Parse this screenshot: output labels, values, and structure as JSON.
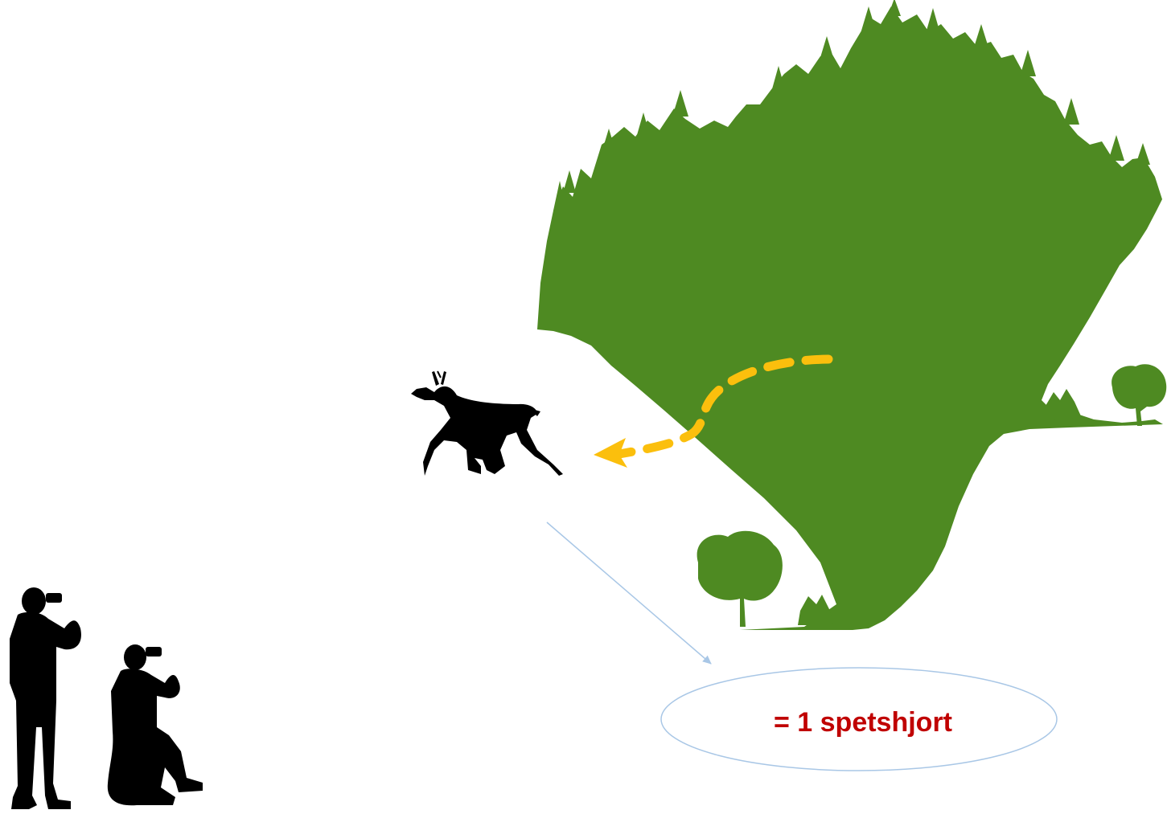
{
  "diagram": {
    "label": "= 1 spetshjort",
    "colors": {
      "background": "#ffffff",
      "forest": "#4e8a22",
      "deer": "#000000",
      "observers": "#000000",
      "motion_arrow": "#fbbf0d",
      "pointer_line": "#a9c7e6",
      "ellipse_stroke": "#a9c7e6",
      "label_text": "#c00000"
    },
    "icons": [
      "forest-shape",
      "tree-icon",
      "deer-icon",
      "person-standing-binoculars-icon",
      "person-seated-binoculars-icon",
      "motion-arrow",
      "pointer-arrow"
    ]
  }
}
